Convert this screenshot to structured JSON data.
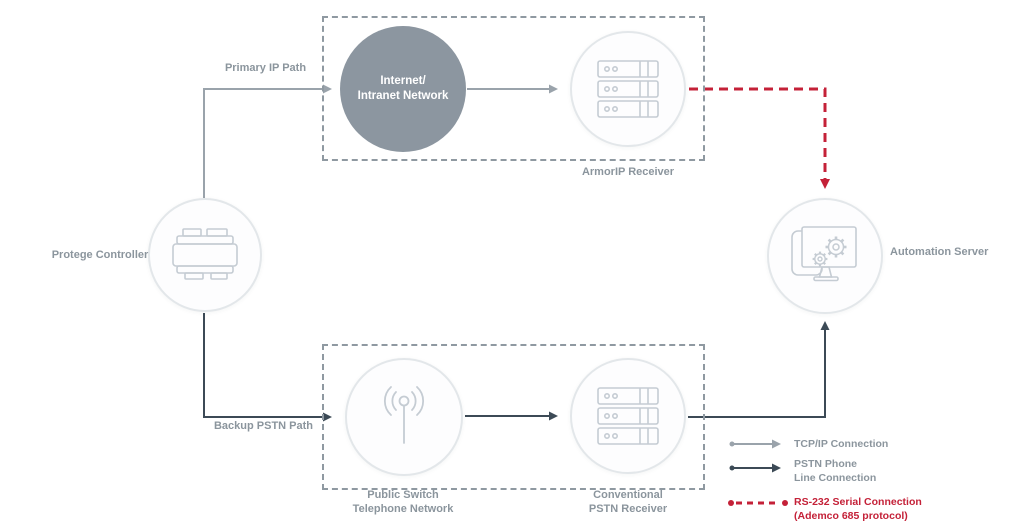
{
  "colors": {
    "gray_line": "#9aa3ab",
    "gray_text": "#8b959d",
    "dark_line": "#3c4a56",
    "red": "#c42138",
    "network_circle_fill": "#8c96a0",
    "dashed_box_border": "#8f99a1"
  },
  "nodes": {
    "controller": {
      "label": "Protege Controller",
      "icon": "controller-device-icon"
    },
    "internet": {
      "line1": "Internet/",
      "line2": "Intranet Network"
    },
    "armorip": {
      "label": "ArmorIP Receiver",
      "icon": "server-rack-icon"
    },
    "automation": {
      "label": "Automation Server",
      "icon": "monitor-gears-icon"
    },
    "pstn_network": {
      "line1": "Public Switch",
      "line2": "Telephone Network",
      "icon": "antenna-icon"
    },
    "pstn_receiver": {
      "line1": "Conventional",
      "line2": "PSTN Receiver",
      "icon": "server-rack-icon"
    }
  },
  "paths": {
    "primary": "Primary IP Path",
    "backup": "Backup PSTN Path"
  },
  "legend": {
    "tcpip": {
      "label": "TCP/IP Connection"
    },
    "pstn": {
      "line1": "PSTN Phone",
      "line2": "Line Connection"
    },
    "rs232": {
      "line1": "RS-232 Serial Connection",
      "line2": "(Ademco 685 protocol)"
    }
  }
}
